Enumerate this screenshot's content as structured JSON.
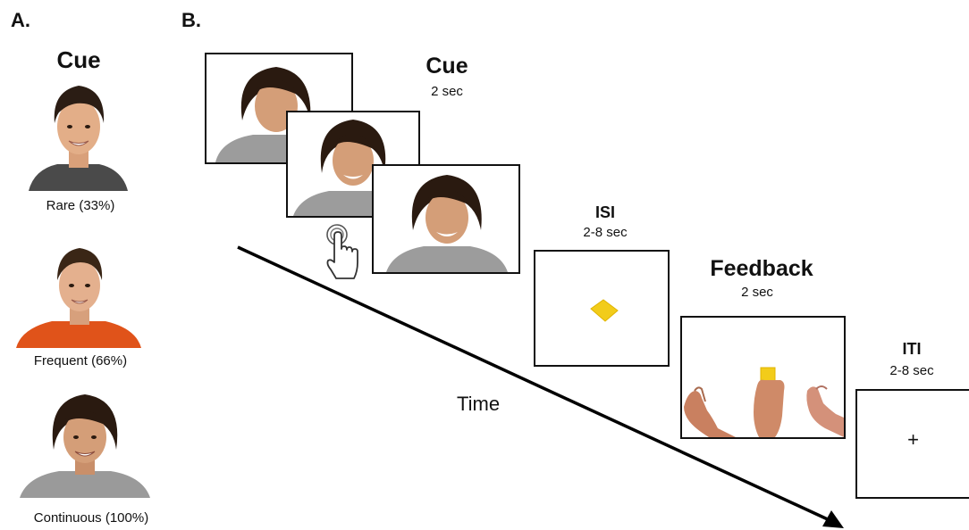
{
  "panels": {
    "a_label": "A.",
    "b_label": "B."
  },
  "panel_a": {
    "title": "Cue",
    "conditions": [
      {
        "label": "Rare (33%)",
        "shirt_color": "#4a4a4a"
      },
      {
        "label": "Frequent (66%)",
        "shirt_color": "#e0531a"
      },
      {
        "label": "Continuous (100%)",
        "shirt_color": "#9a9a9a"
      }
    ]
  },
  "panel_b": {
    "stages": [
      {
        "name": "Cue",
        "duration": "2 sec"
      },
      {
        "name": "ISI",
        "duration": "2-8 sec"
      },
      {
        "name": "Feedback",
        "duration": "2 sec"
      },
      {
        "name": "ITI",
        "duration": "2-8 sec"
      }
    ],
    "fixation": "+",
    "time_label": "Time",
    "token_color": "#f2cc1a"
  }
}
